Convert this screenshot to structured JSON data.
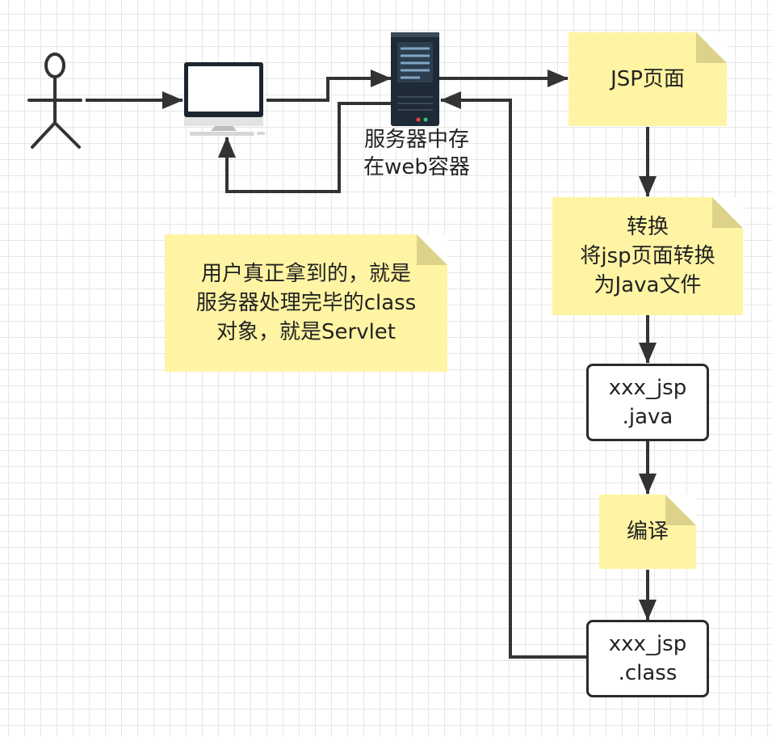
{
  "diagram": {
    "server_label": [
      "服务器中存",
      "在web容器"
    ],
    "jsp_note": "JSP页面",
    "convert_note": [
      "转换",
      "将jsp页面转换",
      "为Java文件"
    ],
    "java_box": [
      "xxx_jsp",
      ".java"
    ],
    "compile_note": "编译",
    "class_box": [
      "xxx_jsp",
      ".class"
    ],
    "user_note": [
      "用户真正拿到的，就是",
      "服务器处理完毕的class",
      "对象，就是Servlet"
    ]
  },
  "colors": {
    "note_fill": "#fff4a3",
    "line": "#333333",
    "server_body": "#1e2a36",
    "grid": "#e6e6e6"
  },
  "icons": [
    "user-icon",
    "computer-icon",
    "server-icon"
  ]
}
